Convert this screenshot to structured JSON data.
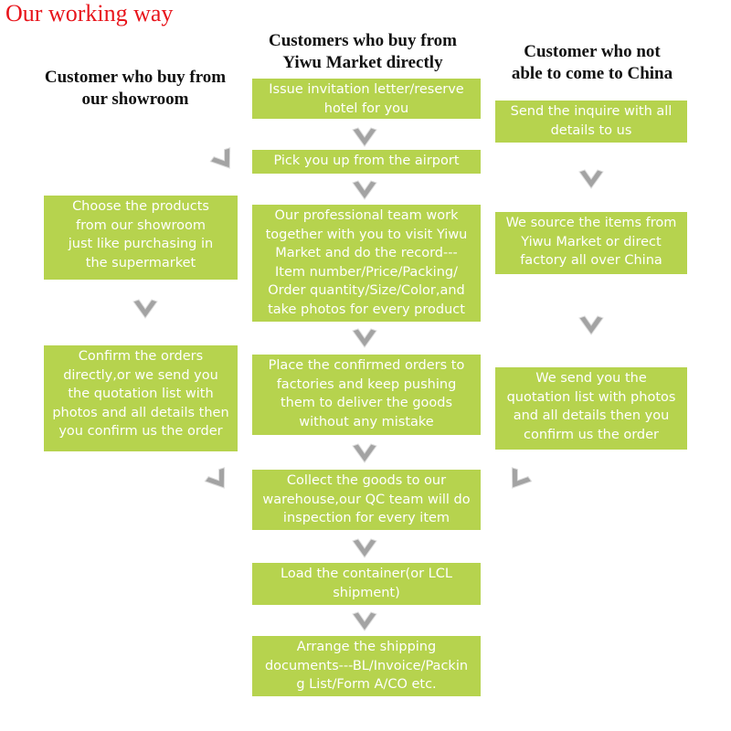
{
  "title": "Our working way",
  "columns": {
    "left": [
      "Customer who buy from",
      "our showroom"
    ],
    "middle": [
      "Customers who buy from",
      "Yiwu Market directly"
    ],
    "right": [
      "Customer who not",
      "able to come to China"
    ]
  },
  "left_steps": [
    {
      "lines": [
        "Choose the products",
        "from our showroom",
        "just like purchasing in",
        "the supermarket"
      ]
    },
    {
      "lines": [
        "Confirm the orders",
        "directly,or we send you",
        "the quotation list with",
        "photos and all details then",
        "you confirm us the order"
      ]
    }
  ],
  "middle_steps": [
    {
      "lines": [
        "Issue invitation letter/reserve",
        "hotel for you"
      ]
    },
    {
      "lines": [
        "Pick you up from the airport"
      ]
    },
    {
      "lines": [
        "Our professional team work",
        "together with you to visit Yiwu",
        "Market and do the record---",
        "Item number/Price/Packing/",
        "Order quantity/Size/Color,and",
        "take photos for every product"
      ]
    },
    {
      "lines": [
        "Place the confirmed orders to",
        "factories and keep pushing",
        "them to deliver the goods",
        "without any mistake"
      ]
    },
    {
      "lines": [
        "Collect the goods to our",
        "warehouse,our QC team will do",
        "inspection for every item"
      ]
    },
    {
      "lines": [
        "Load the container(or LCL",
        "shipment)"
      ]
    },
    {
      "lines": [
        "Arrange the shipping",
        "documents---BL/Invoice/Packin",
        "g List/Form A/CO etc."
      ]
    }
  ],
  "right_steps": [
    {
      "lines": [
        "Send the inquire with all",
        "details to us"
      ]
    },
    {
      "lines": [
        "We source the items from",
        "Yiwu Market or direct",
        "factory all over China"
      ]
    },
    {
      "lines": [
        "We send you the",
        "quotation list with photos",
        "and all details then you",
        "confirm us the order"
      ]
    }
  ],
  "colors": {
    "box_fill": "#b6d34e",
    "box_text": "#ffffff",
    "title": "#e8141b",
    "arrow": "#9a9a9a"
  },
  "arrow_icon": "chevron-down-icon"
}
